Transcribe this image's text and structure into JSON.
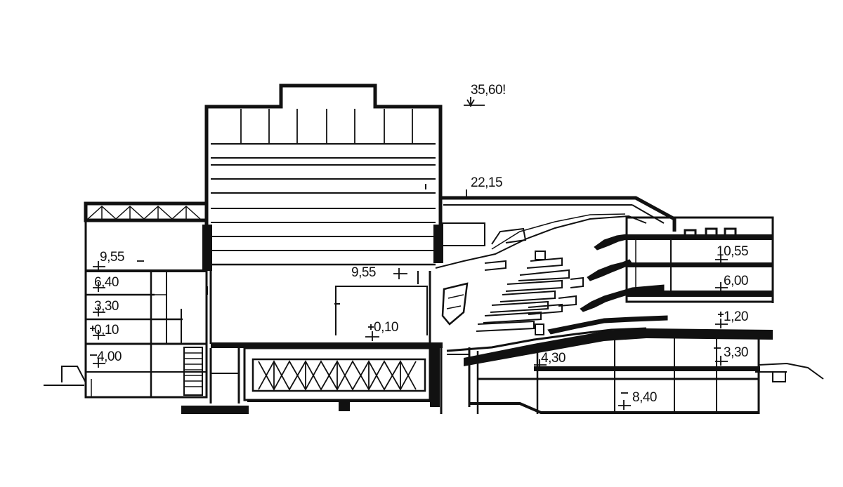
{
  "drawing": {
    "type": "architectural-section",
    "line_color": "#111111",
    "background_color": "#ffffff"
  },
  "elevations": {
    "top_roof": "35,60!",
    "roof_right": "22,15",
    "left_upper": "9,55",
    "stage_level": "9,55",
    "left_640": "6,40",
    "left_330": "3,30",
    "left_010": "0,10",
    "left_400": "4,00",
    "stage_floor": "0,10",
    "right_1055": "10,55",
    "right_600": "6,00",
    "right_120": "1,20",
    "mid_430": "4,30",
    "right_330": "3,30",
    "bottom_840": "8,40"
  }
}
